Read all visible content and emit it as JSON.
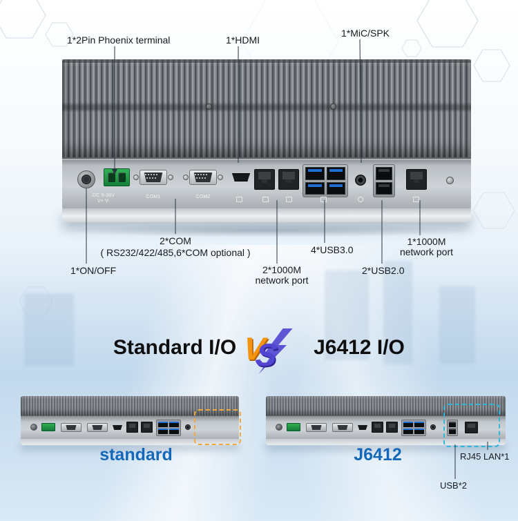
{
  "main_callouts": {
    "phoenix": "1*2Pin Phoenix terminal",
    "hdmi": "1*HDMI",
    "mic_spk": "1*MiC/SPK",
    "on_off": "1*ON/OFF",
    "com": "2*COM",
    "com_detail": "( RS232/422/485,6*COM optional )",
    "lan_dual_1": "2*1000M",
    "lan_dual_2": "network port",
    "usb3": "4*USB3.0",
    "usb2": "2*USB2.0",
    "lan_single_1": "1*1000M",
    "lan_single_2": "network port"
  },
  "panel_labels": {
    "dc": "DC 9-36V",
    "dc2": "V+ V-",
    "com1": "COM1",
    "com2": "COM2"
  },
  "comparison": {
    "left_title": "Standard I/O",
    "vs_v": "V",
    "vs_s": "S",
    "right_title": "J6412 I/O",
    "left_model": "standard",
    "right_model": "J6412",
    "rj45_callout": "RJ45 LAN*1",
    "usb_callout": "USB*2"
  },
  "colors": {
    "accent_blue": "#1568b8",
    "callout_line": "#2a3440",
    "dash_orange": "#f2a93b",
    "dash_cyan": "#2fb6d9",
    "vs_orange": "#f5940f",
    "vs_purple": "#5044d0"
  }
}
